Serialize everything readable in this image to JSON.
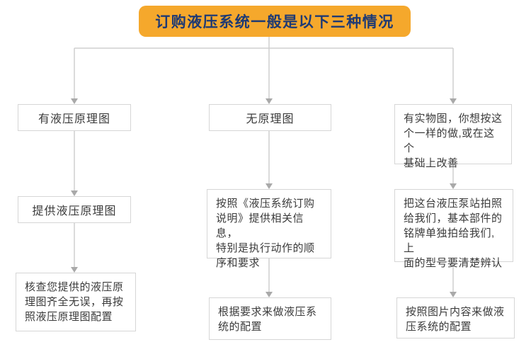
{
  "theme": {
    "background": "#ffffff",
    "header_bg": "#F5A82C",
    "header_text": "#1E3A74",
    "box_bg": "#ffffff",
    "box_border": "#d6d6d6",
    "box_text": "#3b3b3b",
    "line_color": "#cfcfcf",
    "arrow_color": "#a9a9a9"
  },
  "header": {
    "label": "订购液压系统一般是以下三种情况"
  },
  "flow": {
    "columns": [
      {
        "name": "has-hydraulic-schematic",
        "boxes": [
          {
            "text": "有液压原理图"
          },
          {
            "text": "提供液压原理图"
          },
          {
            "text": "核查您提供的液压原\n理图齐全无误，再按\n照液压原理图配置"
          }
        ]
      },
      {
        "name": "no-schematic",
        "boxes": [
          {
            "text": "无原理图"
          },
          {
            "text": "按照《液压系统订购\n说明》提供相关信息，\n特别是执行动作的顺\n序和要求"
          },
          {
            "text": "根据要求来做液压系\n统的配置"
          }
        ]
      },
      {
        "name": "has-physical-photo",
        "boxes": [
          {
            "text": "有实物图，你想按这\n个一样的做,或在这个\n基础上改善"
          },
          {
            "text": "把这台液压泵站拍照\n给我们，基本部件的\n铭牌单独拍给我们,上\n面的型号要清楚辨认"
          },
          {
            "text": "按照图片内容来做液\n压系统的配置"
          }
        ]
      }
    ]
  }
}
